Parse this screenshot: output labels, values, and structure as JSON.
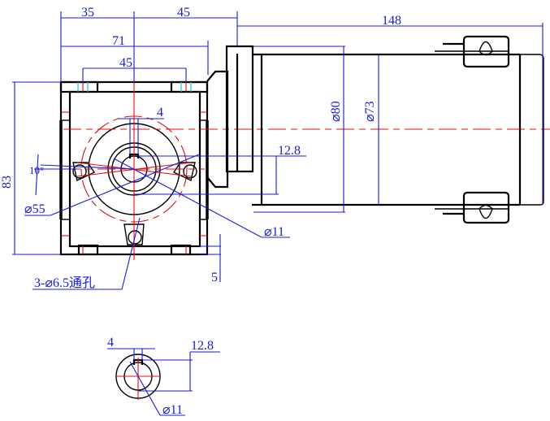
{
  "drawing": {
    "dimensions": {
      "left_offset": "35",
      "right_offset": "45",
      "overall_length": "148",
      "flange_width": "71",
      "hole_spacing": "45",
      "key_width": "4",
      "key_height": "12.8",
      "height": "83",
      "angle": "10°",
      "bolt_circle": "⌀55",
      "shaft_dia": "⌀11",
      "flange_dia": "⌀80",
      "body_dia": "⌀73",
      "base_thickness": "5",
      "mount_holes": "3-⌀6.5通孔"
    },
    "detail": {
      "key_width": "4",
      "key_height": "12.8",
      "shaft_dia": "⌀11"
    }
  },
  "colors": {
    "dimension": "#1a1adc",
    "centerline": "#e01010",
    "outline": "#000000",
    "hidden": "#19c8d8"
  }
}
